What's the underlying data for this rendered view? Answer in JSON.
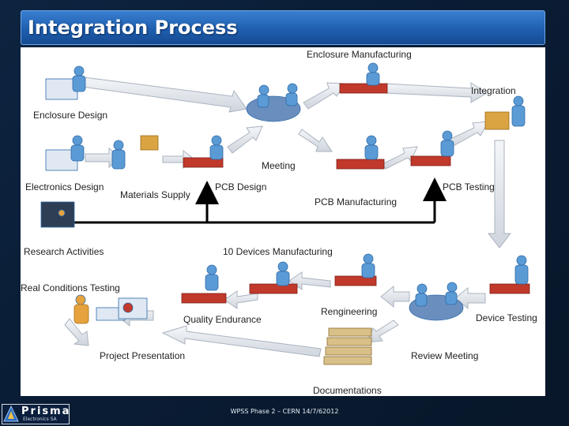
{
  "title": "Integration Process",
  "footer": "WPSS Phase 2 – CERN 14/7/62012",
  "logo": {
    "name": "Prisma",
    "subtitle": "Electronics SA"
  },
  "stages": {
    "enclosure_manufacturing": "Enclosure Manufacturing",
    "integration": "Integration",
    "enclosure_design": "Enclosure Design",
    "meeting": "Meeting",
    "electronics_design": "Electronics Design",
    "materials_supply": "Materials Supply",
    "pcb_design": "PCB Design",
    "pcb_testing": "PCB Testing",
    "pcb_manufacturing": "PCB Manufacturing",
    "research_activities": "Research Activities",
    "devices_manufacturing": "10 Devices Manufacturing",
    "real_conditions_testing": "Real Conditions Testing",
    "quality_endurance": "Quality Endurance",
    "rengineering": "Rengineering",
    "device_testing": "Device Testing",
    "project_presentation": "Project Presentation",
    "review_meeting": "Review Meeting",
    "documentations": "Documentations"
  },
  "colors": {
    "title_bar": "#2a6cc0",
    "figure_blue": "#5b9bd5",
    "arrow_fill": "#e6e9ee",
    "workbench": "#c0392b",
    "feedback_line": "#000000"
  }
}
